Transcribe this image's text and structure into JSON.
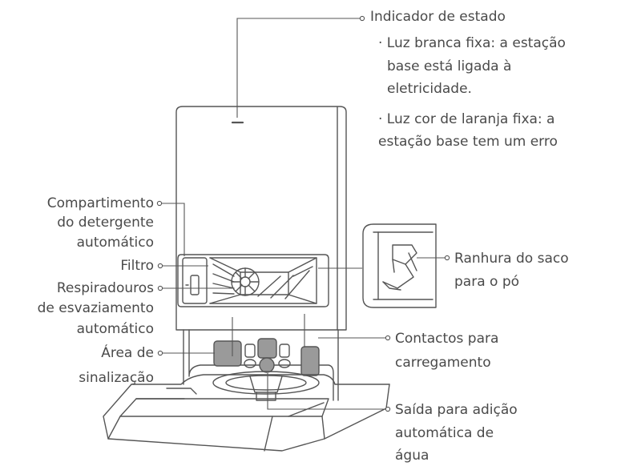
{
  "labels": {
    "status_indicator": {
      "title": "Indicador de estado",
      "item1_line1": "· Luz branca fixa: a estação",
      "item1_line2": "base está ligada à",
      "item1_line3": "eletricidade.",
      "item2_line1": "· Luz cor de laranja fixa: a",
      "item2_line2": "estação base tem um erro"
    },
    "detergent": {
      "line1": "Compartimento",
      "line2": "do detergente",
      "line3": "automático"
    },
    "filter": "Filtro",
    "vents": {
      "line1": "Respiradouros",
      "line2": "de esvaziamento",
      "line3": "automático"
    },
    "signal_area": {
      "line1": "Área de",
      "line2": "sinalização"
    },
    "bag_slot": {
      "line1": "Ranhura do saco",
      "line2": "para o pó"
    },
    "charging": {
      "line1": "Contactos para",
      "line2": "carregamento"
    },
    "water_outlet": {
      "line1": "Saída para adição",
      "line2": "automática de",
      "line3": "água"
    }
  },
  "colors": {
    "outline": "#555555",
    "text": "#4a4a4a",
    "highlight": "#9a9a9a"
  }
}
